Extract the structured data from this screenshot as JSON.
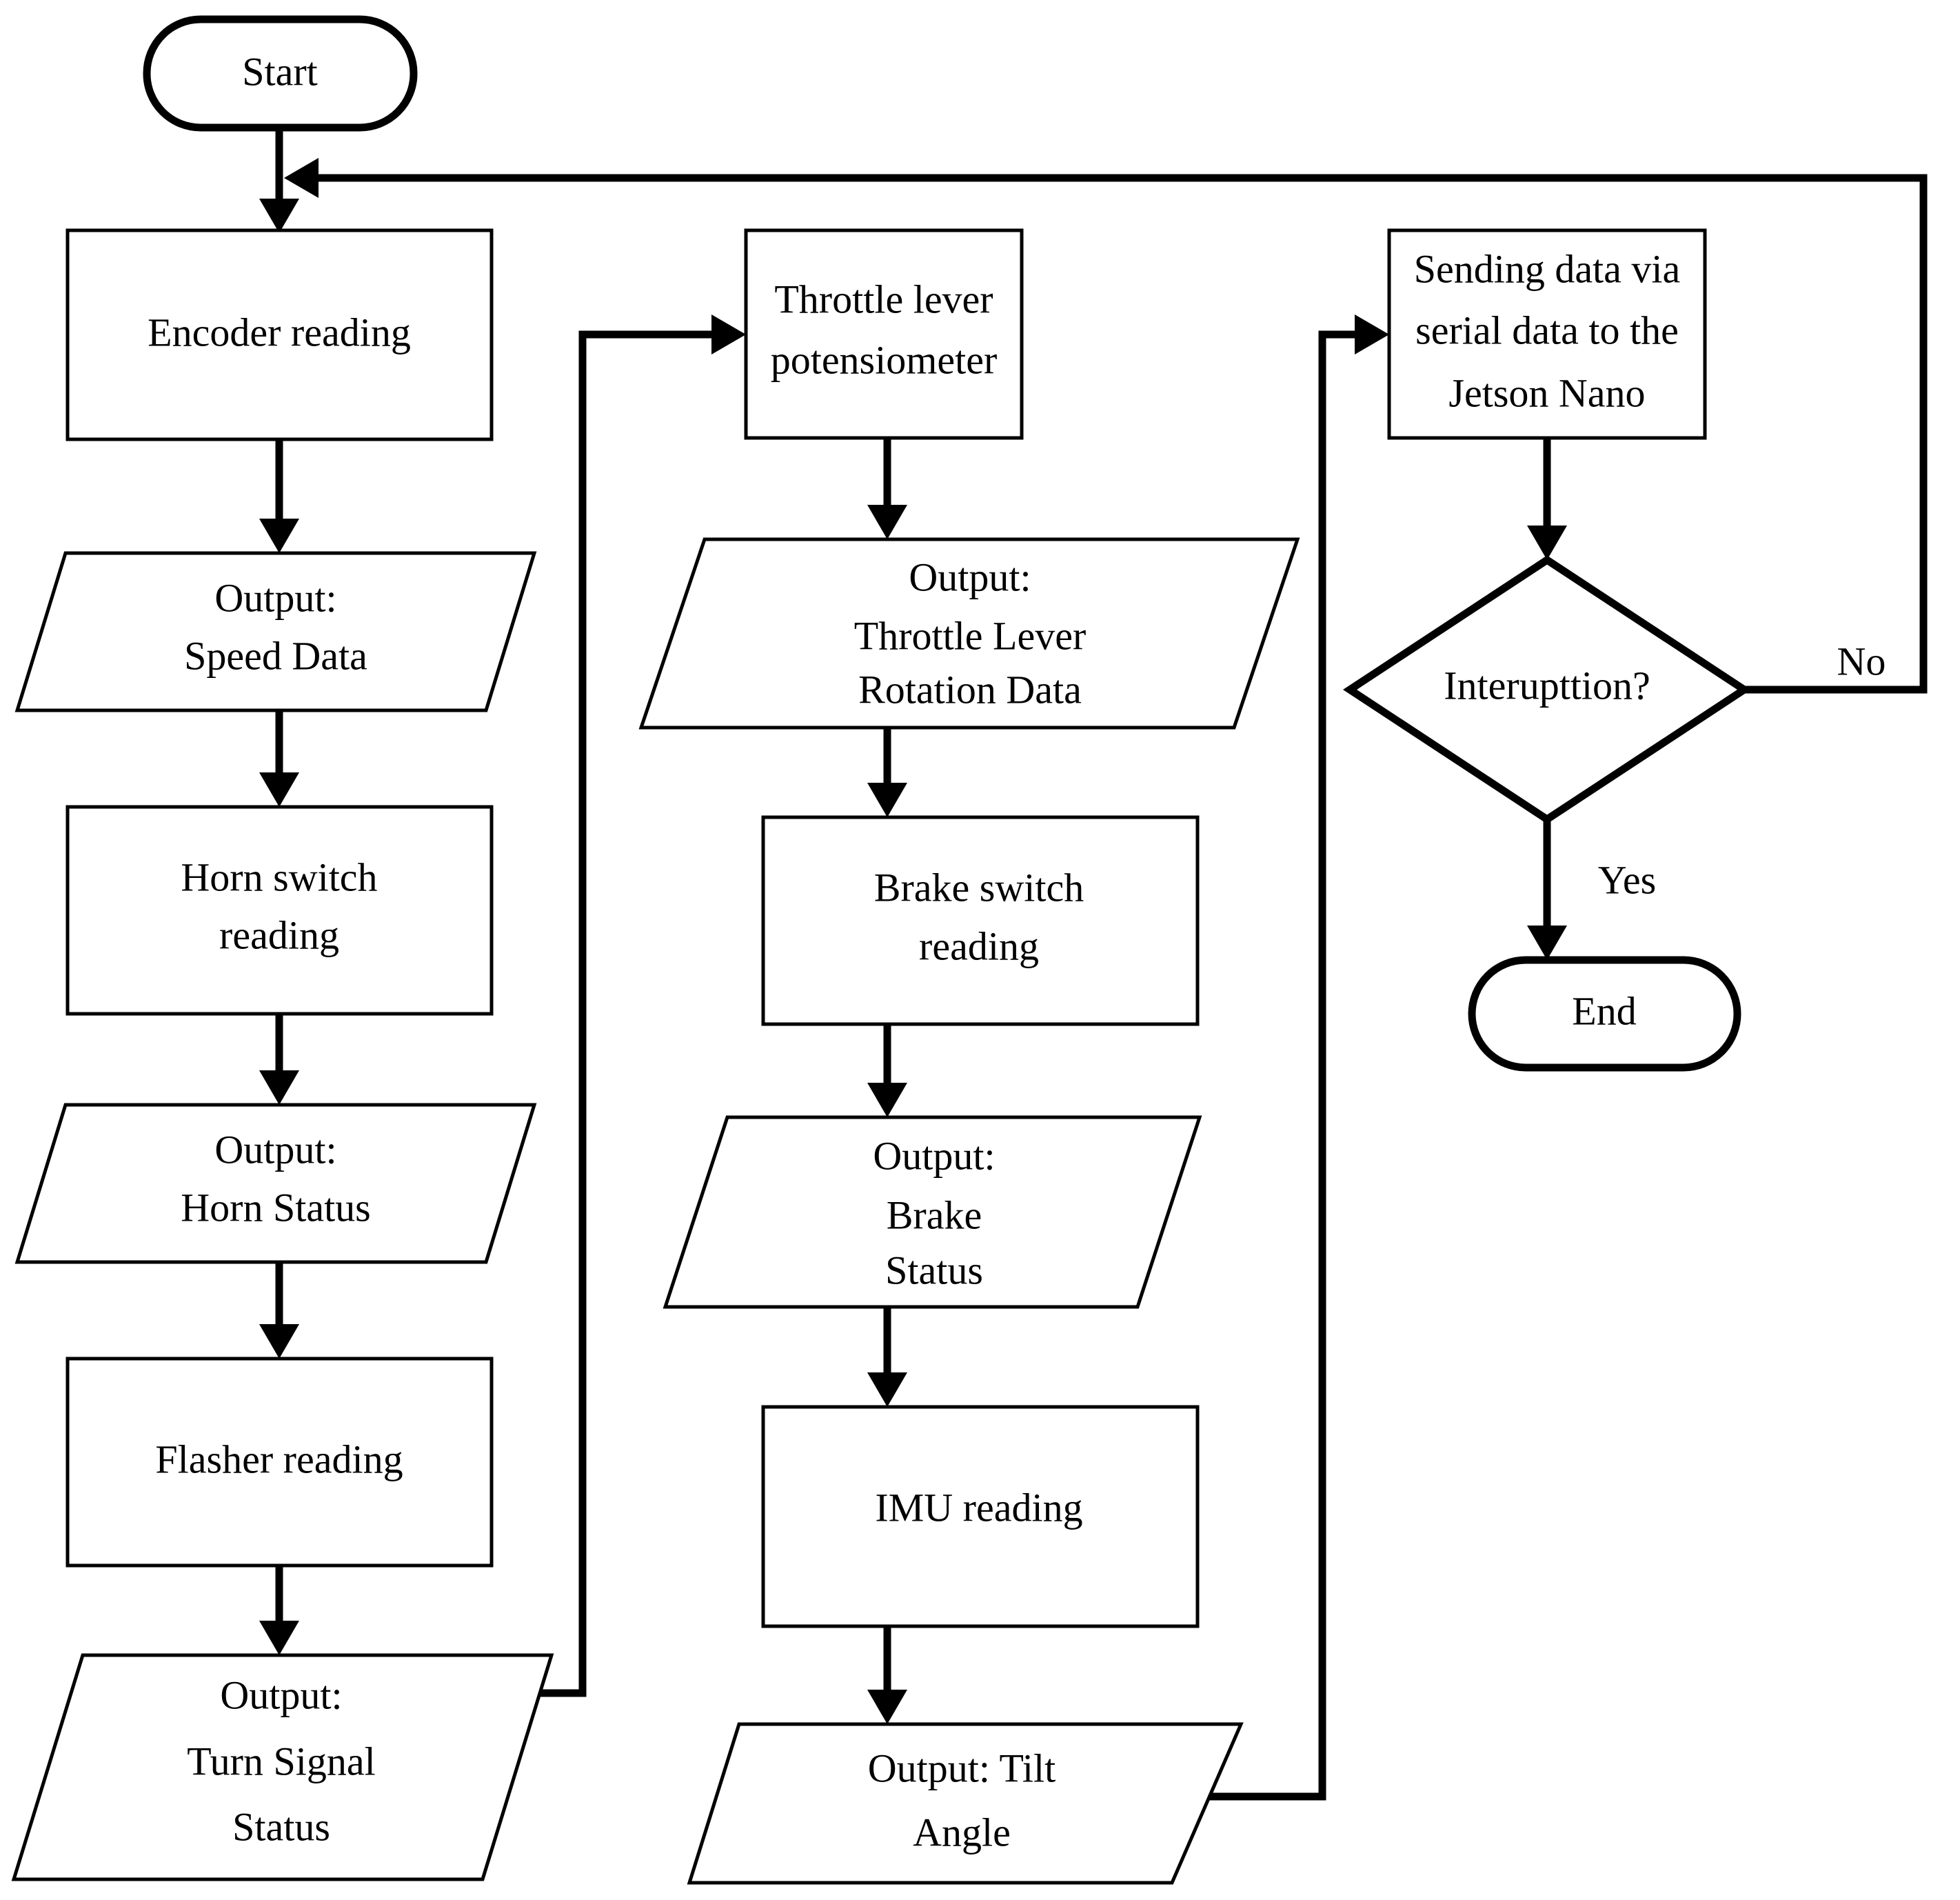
{
  "diagram": {
    "type": "flowchart",
    "orientation": "three-column-serpentine",
    "background_color": "#ffffff",
    "line_color": "#000000",
    "nodes": [
      {
        "id": "start",
        "shape": "terminator",
        "lines": [
          "Start"
        ]
      },
      {
        "id": "encoder",
        "shape": "process",
        "lines": [
          "Encoder reading"
        ]
      },
      {
        "id": "speed_out",
        "shape": "data",
        "lines": [
          "Output:",
          "Speed Data"
        ]
      },
      {
        "id": "horn",
        "shape": "process",
        "lines": [
          "Horn switch",
          "reading"
        ]
      },
      {
        "id": "horn_out",
        "shape": "data",
        "lines": [
          "Output:",
          "Horn Status"
        ]
      },
      {
        "id": "flasher",
        "shape": "process",
        "lines": [
          "Flasher reading"
        ]
      },
      {
        "id": "turn_out",
        "shape": "data",
        "lines": [
          "Output:",
          "Turn Signal",
          "Status"
        ]
      },
      {
        "id": "throttle",
        "shape": "process",
        "lines": [
          "Throttle lever",
          "potensiometer"
        ]
      },
      {
        "id": "throttle_out",
        "shape": "data",
        "lines": [
          "Output:",
          "Throttle Lever",
          "Rotation Data"
        ]
      },
      {
        "id": "brake",
        "shape": "process",
        "lines": [
          "Brake switch",
          "reading"
        ]
      },
      {
        "id": "brake_out",
        "shape": "data",
        "lines": [
          "Output:",
          "Brake",
          "Status"
        ]
      },
      {
        "id": "imu",
        "shape": "process",
        "lines": [
          "IMU reading"
        ]
      },
      {
        "id": "tilt_out",
        "shape": "data",
        "lines": [
          "Output: Tilt",
          "Angle"
        ]
      },
      {
        "id": "send",
        "shape": "process",
        "lines": [
          "Sending data via",
          "serial data to the",
          "Jetson Nano"
        ]
      },
      {
        "id": "interrupt",
        "shape": "decision",
        "lines": [
          "Interupttion?"
        ]
      },
      {
        "id": "end",
        "shape": "terminator",
        "lines": [
          "End"
        ]
      }
    ],
    "edge_labels": {
      "no": "No",
      "yes": "Yes"
    },
    "edges": [
      {
        "from": "start",
        "to": "encoder",
        "label": ""
      },
      {
        "from": "encoder",
        "to": "speed_out",
        "label": ""
      },
      {
        "from": "speed_out",
        "to": "horn",
        "label": ""
      },
      {
        "from": "horn",
        "to": "horn_out",
        "label": ""
      },
      {
        "from": "horn_out",
        "to": "flasher",
        "label": ""
      },
      {
        "from": "flasher",
        "to": "turn_out",
        "label": ""
      },
      {
        "from": "turn_out",
        "to": "throttle",
        "label": ""
      },
      {
        "from": "throttle",
        "to": "throttle_out",
        "label": ""
      },
      {
        "from": "throttle_out",
        "to": "brake",
        "label": ""
      },
      {
        "from": "brake",
        "to": "brake_out",
        "label": ""
      },
      {
        "from": "brake_out",
        "to": "imu",
        "label": ""
      },
      {
        "from": "imu",
        "to": "tilt_out",
        "label": ""
      },
      {
        "from": "tilt_out",
        "to": "send",
        "label": ""
      },
      {
        "from": "send",
        "to": "interrupt",
        "label": ""
      },
      {
        "from": "interrupt",
        "to": "end",
        "label": "Yes"
      },
      {
        "from": "interrupt",
        "to": "encoder",
        "label": "No"
      }
    ]
  }
}
